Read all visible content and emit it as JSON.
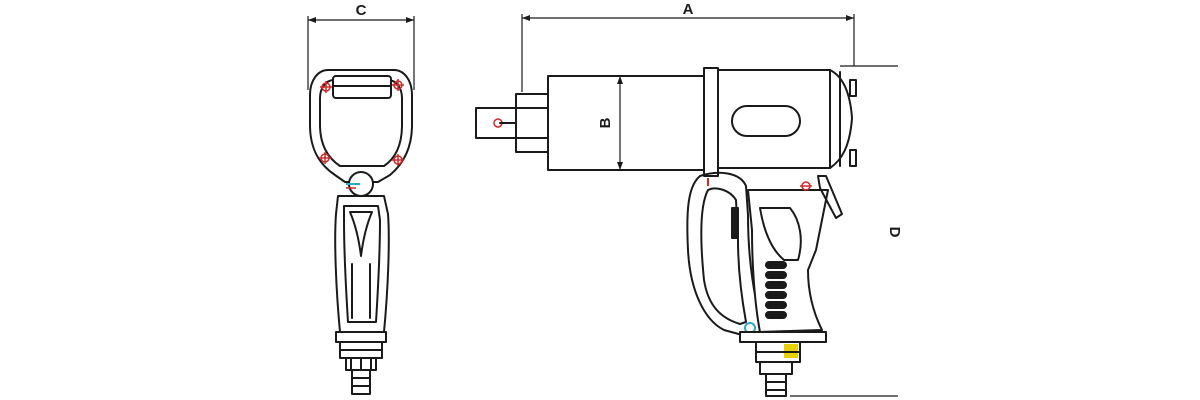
{
  "diagram": {
    "labels": {
      "a": "A",
      "b": "B",
      "c": "C",
      "d": "D"
    },
    "colors": {
      "line": "#1a1a1a",
      "marker_red": "#cc2a2a",
      "marker_cyan": "#2aa8c8",
      "accent_yellow": "#e6d200",
      "background": "#ffffff"
    }
  }
}
